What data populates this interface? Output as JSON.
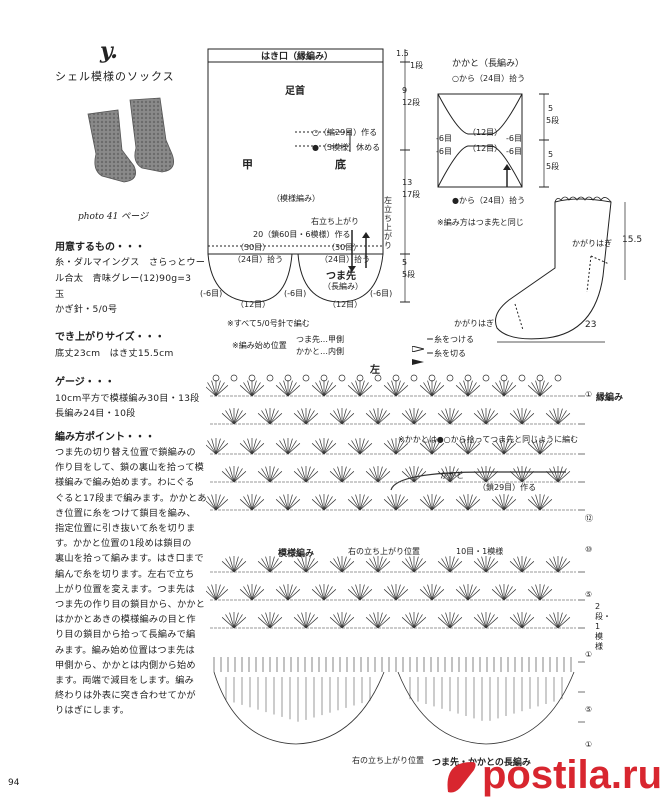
{
  "pattern": {
    "letter": "y.",
    "title": "シェル模様のソックス",
    "photo_ref": "photo 41 ページ"
  },
  "materials": {
    "heading": "用意するもの・・・",
    "line1": "糸・ダルマイングス　さらっとウー",
    "line2": "ル合太　青味グレー(12)90g=3",
    "line3": "玉",
    "hook": "かぎ針・5/0号"
  },
  "size": {
    "heading": "でき上がりサイズ・・・",
    "value": "底丈23cm　はき丈15.5cm"
  },
  "gauge": {
    "heading": "ゲージ・・・",
    "line1": "10cm平方で模様編み30目・13段",
    "line2": "長編み24目・10段"
  },
  "points": {
    "heading": "編み方ポイント・・・",
    "lines": [
      "つま先の切り替え位置で鎖編みの",
      "作り目をして、鎖の裏山を拾って模",
      "様編みで編み始めます。わにぐる",
      "ぐると17段まで編みます。かかとあ",
      "き位置に糸をつけて鎖目を編み、",
      "指定位置に引き抜いて糸を切りま",
      "す。かかと位置の1段めは鎖目の",
      "裏山を拾って編みます。はき口まで",
      "編んで糸を切ります。左右で立ち",
      "上がり位置を変えます。つま先は",
      "つま先の作り目の鎖目から、かかと",
      "はかかとあきの模様編みの目と作",
      "り目の鎖目から拾って長編みで編",
      "みます。編み始め位置はつま先は",
      "甲側から、かかとは内側から始め",
      "ます。両端で減目をします。編み",
      "終わりは外表に突き合わせてかが",
      "りはぎにします。"
    ]
  },
  "page_number": "94",
  "schematic": {
    "top_label": "はき口（縁編み）",
    "top_dim": "1.5",
    "top_dim_rows": "1段",
    "ashikubi": "足首",
    "ko": "甲",
    "soko": "底",
    "make_label": "○（編29目）作る",
    "rest_label": "●（3模様）休める",
    "pattern_label": "（模様編み）",
    "dim_9": "9",
    "dim_12": "12段",
    "dim_13": "13",
    "dim_17": "17段",
    "dim_5": "5",
    "dim_5rows": "5段",
    "left_start": "左立ち上がり",
    "right_start": "右立ち上がり",
    "cast_on": "20（鎖60目・6模様）作る",
    "count_30a": "（30目）",
    "count_30b": "（30目）",
    "count_24a": "（24目）拾う",
    "count_24b": "（24目）拾う",
    "toe_label": "つま先",
    "toe_method": "（長編み）",
    "minus6a": "(-6目)",
    "minus6b": "(-6目)",
    "minus6c": "(-6目)",
    "count_12a": "（12目）",
    "count_12b": "（12目）",
    "note_hook": "※すべて5/0号針で編む",
    "start_pos": "※編み始め位置",
    "toe_instep": "つま先…甲側",
    "heel_inside": "かかと…内側",
    "join_yarn": "＝糸をつける",
    "cut_yarn": "＝糸を切る"
  },
  "heel": {
    "title": "かかと（長編み）",
    "pick_white": "○から（24目）拾う",
    "pick_black": "●から（24目）拾う",
    "count_12a": "（12目）",
    "count_12b": "（12目）",
    "minus6a": "-6目",
    "minus6b": "-6目",
    "minus6c": "-6目",
    "minus6d": "-6目",
    "dim5a": "5",
    "dim5a_rows": "5段",
    "dim5b": "5",
    "dim5b_rows": "5段",
    "note": "※編み方はつま先と同じ"
  },
  "sock": {
    "seam_top": "かがりはぎ",
    "seam_bottom": "かがりはぎ",
    "height": "15.5",
    "length": "23"
  },
  "chart": {
    "side_label": "左",
    "edge_label": "縁編み",
    "heel_note": "※かかとは●○から拾ってつま先と同じように編む",
    "heel_label": "かかと",
    "heel_chain": "（鎖29目）作る",
    "pattern_label": "模様編み",
    "right_start": "右の立ち上がり位置",
    "repeat": "10目・1模様",
    "repeat_side": "2段・1模様",
    "bottom_right_start": "右の立ち上がり位置",
    "bottom_toe": "つま先・かかとの長編み",
    "rows": [
      "①",
      "⑫",
      "⑩",
      "⑤",
      "①",
      "⑤",
      "①"
    ]
  },
  "watermark": {
    "brand": "postila.ru"
  }
}
